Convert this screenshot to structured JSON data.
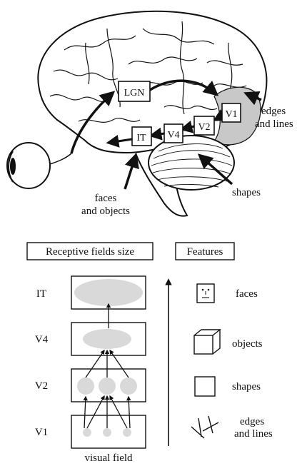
{
  "brain": {
    "areas": {
      "lgn": "LGN",
      "v1": "V1",
      "v2": "V2",
      "v4": "V4",
      "it": "IT"
    },
    "annotations": {
      "edges_line1": "edges",
      "edges_line2": "and lines",
      "shapes": "shapes",
      "faces_line1": "faces",
      "faces_line2": "and objects"
    }
  },
  "hierarchy": {
    "receptive_title": "Receptive fields size",
    "features_title": "Features",
    "levels": [
      {
        "label": "IT"
      },
      {
        "label": "V4"
      },
      {
        "label": "V2"
      },
      {
        "label": "V1"
      }
    ],
    "bottom_caption": "visual field",
    "features": {
      "faces": "faces",
      "objects": "objects",
      "shapes": "shapes",
      "edges_line1": "edges",
      "edges_line2": "and lines"
    }
  },
  "colors": {
    "ink": "#111111",
    "occipital_shade": "#c8c8c8",
    "receptive_field": "#d9d9d9"
  }
}
